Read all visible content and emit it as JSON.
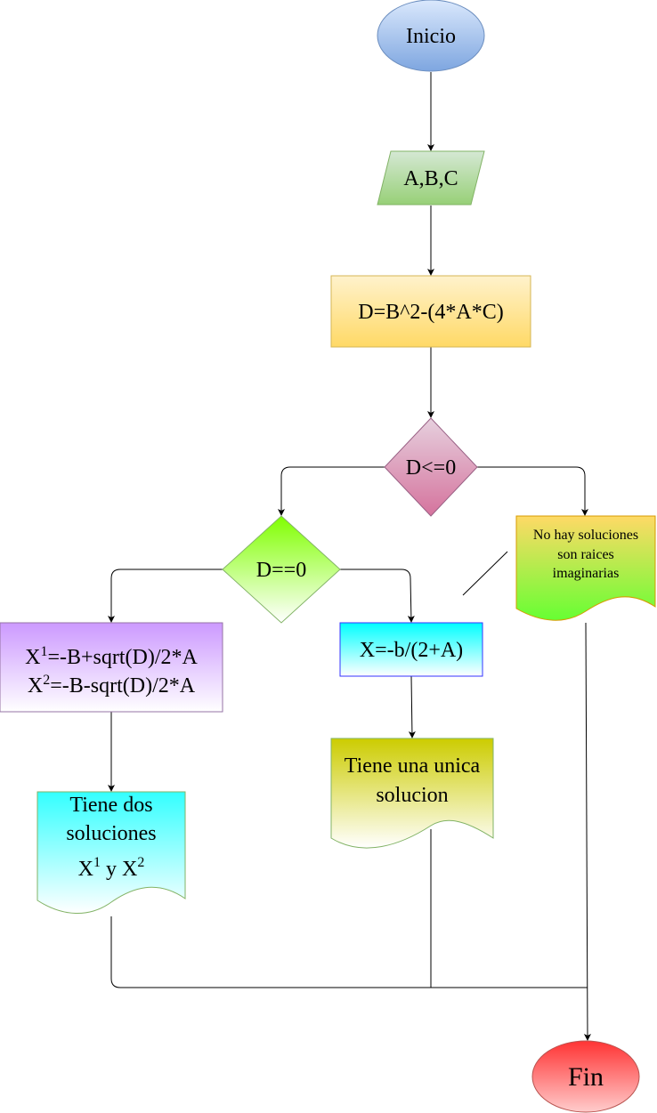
{
  "flowchart": {
    "start": {
      "label": "Inicio",
      "color_top": "#dae8fc",
      "color_bottom": "#7ea6e0",
      "stroke": "#6c8ebf"
    },
    "input": {
      "label": "A,B,C",
      "color_top": "#d5e8d4",
      "color_bottom": "#97d077",
      "stroke": "#82b366"
    },
    "process_discriminant": {
      "label": "D=B^2-(4*A*C)",
      "color_top": "#fff2cc",
      "color_bottom": "#ffd966",
      "stroke": "#d6b656"
    },
    "decision_negative": {
      "label": "D<=0",
      "color_top": "#e6d0de",
      "color_bottom": "#d5739d",
      "stroke": "#996185"
    },
    "decision_zero": {
      "label": "D==0",
      "color_top": "#ffffff",
      "color_bottom": "#80ff00",
      "stroke": "#82b366"
    },
    "output_no_solution": {
      "line1": "No hay soluciones",
      "line2": "son raices",
      "line3": "imaginarias",
      "color_top": "#ffd966",
      "color_bottom": "#66ff33",
      "stroke": "#d79b00"
    },
    "process_two_roots": {
      "line1_base": "X",
      "line1_sup": "1",
      "line1_rest": "=-B+sqrt(D)/2*A",
      "line2_base": "X",
      "line2_sup": "2",
      "line2_rest": "=-B-sqrt(D)/2*A",
      "color_top": "#cc99ff",
      "color_bottom": "#ffffff",
      "stroke": "#9673a6"
    },
    "process_one_root": {
      "label": "X=-b/(2+A)",
      "color_top": "#00ffff",
      "color_bottom": "#ffffff",
      "stroke": "#3333ff"
    },
    "output_two_solutions": {
      "line1": "Tiene dos",
      "line2": "soluciones",
      "line3_a": "X",
      "line3_sup_a": "1",
      "line3_mid": " y X",
      "line3_sup_b": "2",
      "color_top": "#33ffff",
      "color_bottom": "#ffffff",
      "stroke": "#82b366"
    },
    "output_one_solution": {
      "line1": "Tiene una unica",
      "line2": "solucion",
      "color_top": "#cccc00",
      "color_bottom": "#ffffff",
      "stroke": "#82b366"
    },
    "end": {
      "label": "Fin",
      "color_top": "#ff3333",
      "color_bottom": "#ffcccc",
      "stroke": "#b85450"
    }
  }
}
